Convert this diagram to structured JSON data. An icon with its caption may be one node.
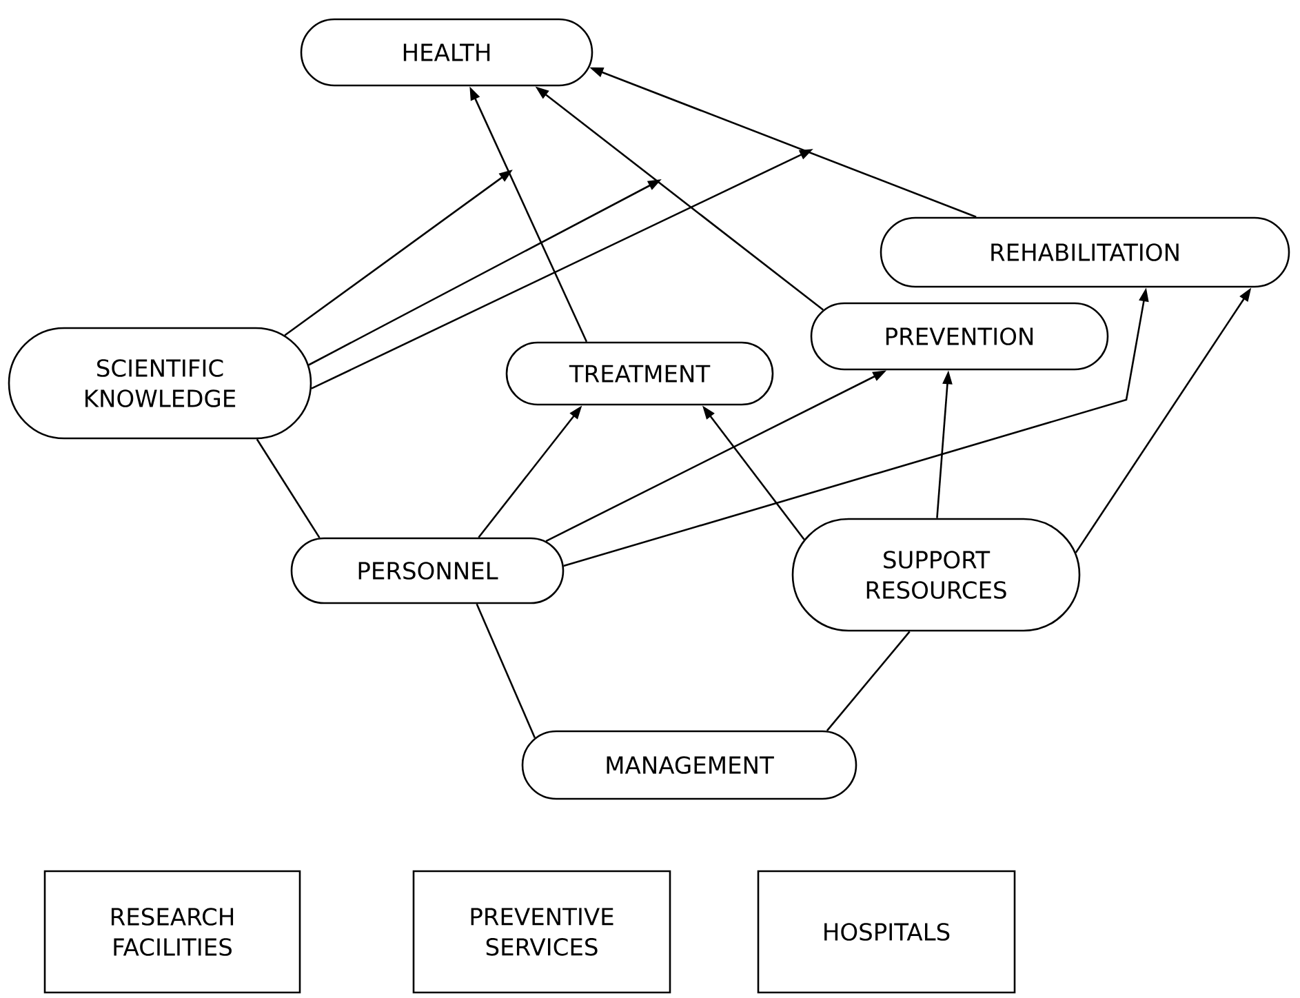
{
  "diagram": {
    "nodes": [
      {
        "text": [
          "HEALTH"
        ]
      },
      {
        "text": [
          "REHABILITATION"
        ]
      },
      {
        "text": [
          "SCIENTIFIC KNOWLEDGE"
        ]
      },
      {
        "text": [
          "TREATMENT"
        ]
      },
      {
        "text": [
          "PREVENTION"
        ]
      },
      {
        "text": [
          "PERSONNEL"
        ]
      },
      {
        "text": [
          "SUPPORT RESOURCES"
        ]
      },
      {
        "text": [
          "MANAGEMENT"
        ]
      },
      {
        "text": [
          "RESEARCH FACILITIES"
        ]
      },
      {
        "text": [
          "PREVENTIVE SERVICES"
        ]
      },
      {
        "text": [
          "HOSPITALS"
        ]
      }
    ],
    "edges": [
      {
        "from": 3,
        "to": 0,
        "arrow": "to"
      },
      {
        "from": 4,
        "to": 0,
        "arrow": "to"
      },
      {
        "from": 1,
        "to": 0,
        "arrow": "to"
      },
      {
        "from": 2,
        "to": null,
        "arrow": "to"
      },
      {
        "from": 2,
        "to": null,
        "arrow": "to"
      },
      {
        "from": 2,
        "to": null,
        "arrow": "to"
      },
      {
        "from": 2,
        "to": 5,
        "arrow": "none"
      },
      {
        "from": 5,
        "to": 3,
        "arrow": "to"
      },
      {
        "from": 5,
        "to": 4,
        "arrow": "to"
      },
      {
        "from": 5,
        "to": 1,
        "arrow": "to"
      },
      {
        "from": 6,
        "to": 3,
        "arrow": "to"
      },
      {
        "from": 6,
        "to": 4,
        "arrow": "to"
      },
      {
        "from": 6,
        "to": 1,
        "arrow": "to"
      },
      {
        "from": 5,
        "to": 7,
        "arrow": "none"
      },
      {
        "from": 6,
        "to": 7,
        "arrow": "none"
      }
    ]
  }
}
